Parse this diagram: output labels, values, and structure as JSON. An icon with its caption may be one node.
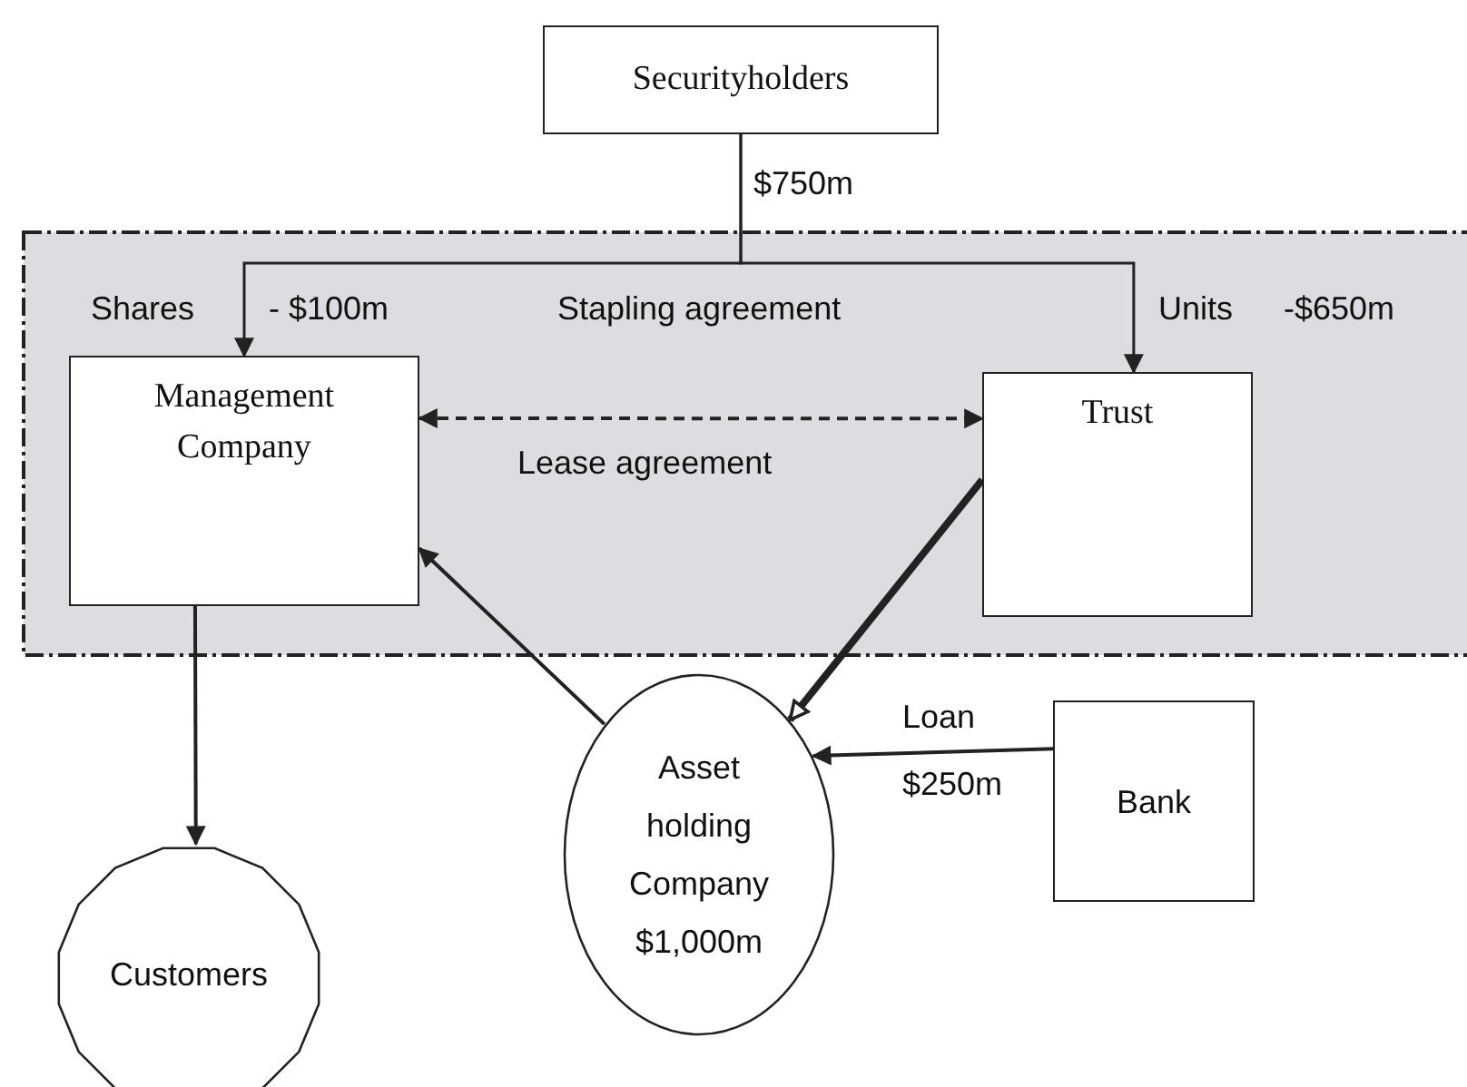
{
  "diagram": {
    "nodes": [
      {
        "text": [
          "Securityholders"
        ]
      },
      {
        "text": [],
        "shape": "box"
      },
      {
        "text": [
          "Management Company"
        ],
        "in": 1
      },
      {
        "text": [
          "Trust"
        ],
        "in": 1
      },
      {
        "text": [
          "Asset holding Company $1,000m"
        ]
      },
      {
        "text": [
          "Bank"
        ]
      },
      {
        "text": [
          "Customers"
        ]
      }
    ],
    "edges": [
      {
        "from": 0,
        "to": 2,
        "arrow": "to",
        "label": "Shares"
      },
      {
        "from": 0,
        "to": 3,
        "arrow": "to",
        "label": "Units"
      },
      {
        "from": 2,
        "to": 3,
        "arrow": "both",
        "style": "dashed",
        "label": "Lease agreement"
      },
      {
        "from": 4,
        "to": 2,
        "arrow": "to"
      },
      {
        "from": 3,
        "to": 4,
        "arrow": "to",
        "style": "thick"
      },
      {
        "from": 5,
        "to": 4,
        "arrow": "to",
        "label": "Loan"
      },
      {
        "from": 2,
        "to": 6,
        "arrow": "to"
      }
    ],
    "labels": [
      "$750m",
      "- $100m",
      "Stapling agreement",
      "-$650m",
      "$250m"
    ]
  }
}
